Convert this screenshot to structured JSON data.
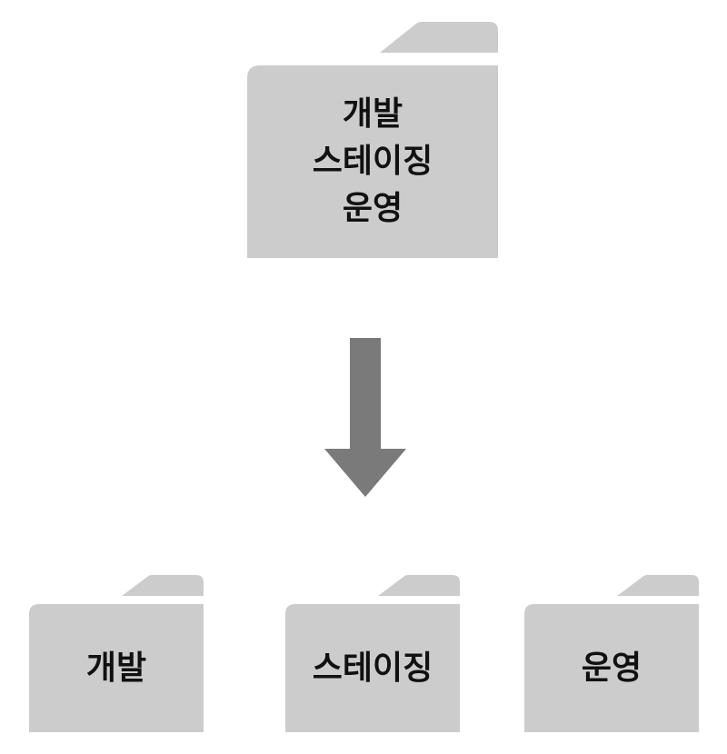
{
  "colors": {
    "folder_fill": "#cccccc",
    "arrow_fill": "#7a7a7a",
    "text": "#111111",
    "background": "#ffffff"
  },
  "source_folder": {
    "icon": "folder-icon",
    "lines": [
      "개발",
      "스테이징",
      "운영"
    ]
  },
  "arrow": {
    "icon": "arrow-down-icon"
  },
  "target_folders": [
    {
      "icon": "folder-icon",
      "label": "개발"
    },
    {
      "icon": "folder-icon",
      "label": "스테이징"
    },
    {
      "icon": "folder-icon",
      "label": "운영"
    }
  ]
}
